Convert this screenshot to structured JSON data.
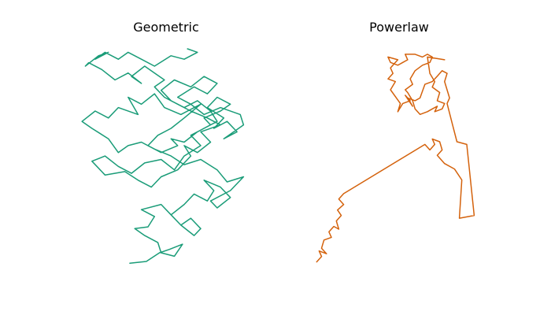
{
  "colors": {
    "geometric": "#1a9c78",
    "powerlaw": "#d4620c"
  },
  "chart_data": [
    {
      "type": "line",
      "title": "Geometric",
      "xlabel": "",
      "ylabel": "",
      "axes_visible": false,
      "grid": false,
      "xlim": [
        -5.4,
        5.2
      ],
      "ylim": [
        -6.0,
        6.8
      ],
      "series": [
        {
          "x": [
            -2.3,
            -1.3,
            -0.5,
            0.1,
            0.9,
            0.4,
            -0.4,
            -0.6,
            -1.4,
            -2.0,
            -1.2,
            -0.8,
            -1.6,
            -0.4,
            0.2,
            0.8,
            1.4,
            2.0,
            1.6,
            0.8,
            0.2,
            1.0,
            1.6,
            2.4,
            2.8,
            2.2,
            3.2,
            3.8,
            3.0,
            2.6,
            3.8,
            4.6,
            3.6,
            3.0,
            2.0,
            1.0,
            0.2,
            -0.8,
            -1.6,
            -2.4,
            -3.0,
            -3.6,
            -4.6,
            -5.2,
            -4.4,
            -3.6,
            -3.0,
            -1.8,
            -2.4,
            -1.6,
            -0.8,
            -0.2,
            0.8,
            2.0,
            1.0,
            0.2,
            -0.6,
            -1.2,
            -0.4,
            0.6,
            0.2,
            1.0,
            1.8,
            2.6,
            2.2,
            3.2,
            3.8,
            3.0,
            2.4,
            3.4,
            2.8,
            3.6,
            4.2,
            3.4,
            4.6,
            4.4,
            3.2,
            2.2,
            1.4,
            0.6,
            1.6,
            2.4,
            3.0,
            2.2,
            1.4,
            0.4,
            -0.4,
            0.2,
            1.0,
            1.8,
            2.6,
            3.0,
            2.2,
            1.4,
            2.0,
            1.0,
            0.4,
            -0.4,
            -1.4,
            -2.2,
            -3.0,
            -3.8,
            -4.6,
            -3.8,
            -2.6,
            -1.8,
            -1.0,
            -0.4,
            0.6,
            1.4,
            1.0,
            1.8,
            2.6,
            2.0,
            3.2,
            2.4,
            1.4,
            0.6,
            -0.2,
            -0.8,
            -0.2,
            -0.8,
            -1.4,
            -2.2,
            -1.6,
            -2.4,
            -3.2,
            -4.0,
            -4.8,
            -5.0,
            -4.2,
            -3.6,
            -4.4,
            -3.8,
            -3.0,
            -2.4,
            -1.6,
            -0.8,
            0.2,
            1.0,
            1.8,
            1.2
          ],
          "y": [
            -5.6,
            -5.5,
            -5.0,
            -4.8,
            -4.5,
            -5.2,
            -5.0,
            -4.4,
            -4.0,
            -3.6,
            -3.5,
            -2.9,
            -2.5,
            -2.2,
            -2.8,
            -3.4,
            -3.0,
            -3.6,
            -4.0,
            -3.4,
            -2.8,
            -2.2,
            -1.6,
            -2.0,
            -1.4,
            -0.8,
            -1.2,
            -1.8,
            -2.4,
            -2.0,
            -1.4,
            -0.6,
            -0.9,
            -0.2,
            0.4,
            0.1,
            0.6,
            1.0,
            1.4,
            1.2,
            0.8,
            1.6,
            2.2,
            2.6,
            3.2,
            2.8,
            3.4,
            3.0,
            4.0,
            3.6,
            4.2,
            3.4,
            3.0,
            3.6,
            2.8,
            2.2,
            1.8,
            1.2,
            0.8,
            1.2,
            1.6,
            1.4,
            2.0,
            2.4,
            2.8,
            3.2,
            3.6,
            4.0,
            3.4,
            2.8,
            2.2,
            2.6,
            2.0,
            1.6,
            2.4,
            3.0,
            3.4,
            3.0,
            3.6,
            4.0,
            4.6,
            4.2,
            4.8,
            5.2,
            4.6,
            5.0,
            4.4,
            3.8,
            3.4,
            3.8,
            3.2,
            2.6,
            2.2,
            1.8,
            1.2,
            0.6,
            -0.2,
            0.4,
            0.2,
            -0.4,
            0.0,
            0.6,
            0.3,
            -0.5,
            -0.3,
            -0.8,
            -1.2,
            -0.6,
            -0.2,
            0.6,
            1.2,
            0.8,
            1.4,
            2.0,
            2.4,
            2.8,
            3.2,
            3.6,
            4.0,
            4.6,
            5.0,
            5.4,
            5.8,
            5.2,
            4.8,
            5.4,
            5.0,
            5.6,
            6.0,
            5.8,
            6.4,
            6.6,
            6.2,
            6.6,
            6.2,
            6.6,
            6.2,
            5.8,
            6.4,
            6.2,
            6.6,
            6.8
          ]
        }
      ]
    },
    {
      "type": "line",
      "title": "Powerlaw",
      "xlabel": "",
      "ylabel": "",
      "axes_visible": false,
      "grid": false,
      "xlim": [
        -6.6,
        7.6
      ],
      "ylim": [
        -8.0,
        8.2
      ],
      "series": [
        {
          "x": [
            -6.2,
            -5.8,
            -6.0,
            -5.4,
            -5.8,
            -5.6,
            -5.0,
            -5.2,
            -4.8,
            -4.4,
            -4.6,
            -4.2,
            -4.5,
            -4.0,
            -4.4,
            -4.0,
            2.6,
            3.0,
            3.4,
            3.2,
            3.8,
            4.0,
            3.6,
            4.2,
            5.0,
            5.6,
            5.4,
            6.6,
            6.0,
            5.2,
            4.8,
            4.4,
            4.6,
            4.2,
            4.4,
            4.0,
            3.6,
            3.2,
            2.6,
            2.2,
            1.8,
            1.2,
            1.6,
            1.0,
            1.4,
            0.8,
            0.4,
            0.6,
            -0.2,
            0.2,
            -0.4,
            0.0,
            -0.2,
            0.2,
            0.4,
            -0.4,
            -0.2,
            0.4,
            0.8,
            1.2,
            1.0,
            1.8,
            2.4,
            2.8,
            3.2,
            3.0,
            2.4,
            1.8,
            1.4,
            1.6,
            1.0,
            1.2,
            1.6,
            1.8,
            2.2,
            2.8,
            3.2,
            3.6,
            3.4,
            4.0,
            4.2,
            3.6,
            3.8,
            3.2,
            3.4,
            3.0,
            2.8,
            4.2
          ],
          "y": [
            -7.4,
            -7.0,
            -6.6,
            -6.8,
            -6.4,
            -5.8,
            -5.6,
            -5.2,
            -4.8,
            -5.0,
            -4.4,
            -4.0,
            -3.6,
            -3.2,
            -2.8,
            -2.4,
            1.2,
            0.8,
            1.2,
            1.6,
            1.4,
            0.8,
            0.4,
            -0.2,
            -0.6,
            -1.4,
            -4.2,
            -4.0,
            1.2,
            1.4,
            2.8,
            4.2,
            4.6,
            5.8,
            6.4,
            6.6,
            6.2,
            5.8,
            5.6,
            4.6,
            4.4,
            4.6,
            4.0,
            4.8,
            4.4,
            4.2,
            3.6,
            4.2,
            5.2,
            5.8,
            6.0,
            6.4,
            6.8,
            7.2,
            7.4,
            7.6,
            7.2,
            7.0,
            7.2,
            7.4,
            7.8,
            7.8,
            7.6,
            7.8,
            7.6,
            7.2,
            7.0,
            6.6,
            6.0,
            5.6,
            5.2,
            5.0,
            4.4,
            3.8,
            3.4,
            3.6,
            3.8,
            4.0,
            3.6,
            3.8,
            4.2,
            4.4,
            5.0,
            5.4,
            5.8,
            6.4,
            7.6,
            7.4
          ]
        }
      ]
    }
  ]
}
